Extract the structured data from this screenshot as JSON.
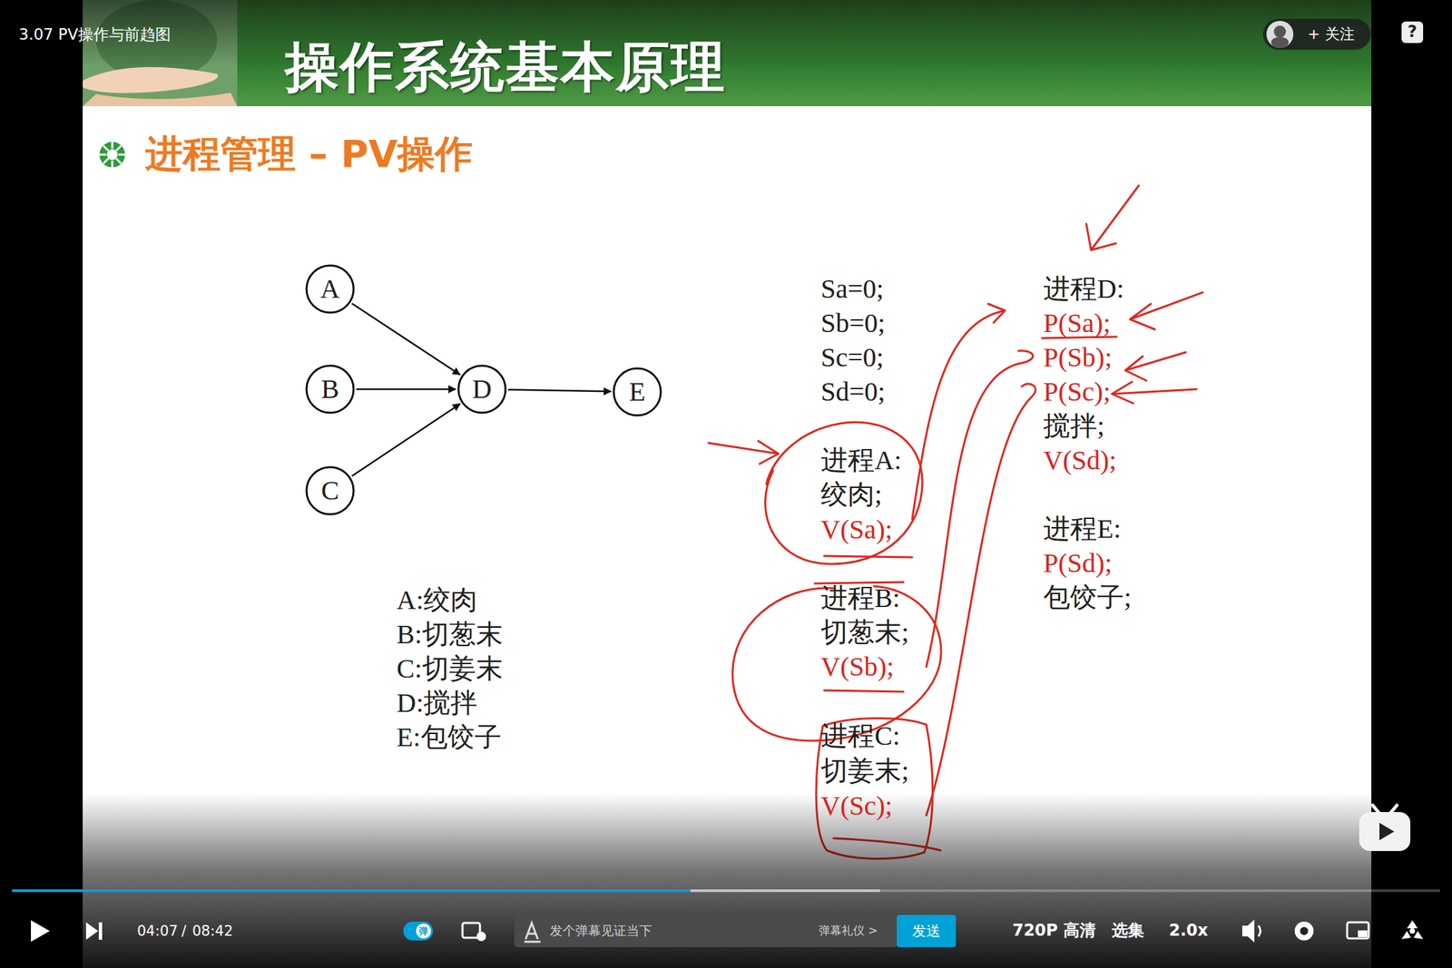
{
  "diagram": {
    "title": "进程管理 – PV操作",
    "nodes": [
      {
        "text": [
          "A"
        ]
      },
      {
        "text": [
          "B"
        ]
      },
      {
        "text": [
          "C"
        ]
      },
      {
        "text": [
          "D"
        ]
      },
      {
        "text": [
          "E"
        ]
      }
    ],
    "edges": [
      {
        "from": 0,
        "to": 3,
        "arrow": "to"
      },
      {
        "from": 1,
        "to": 3,
        "arrow": "to"
      },
      {
        "from": 2,
        "to": 3,
        "arrow": "to"
      },
      {
        "from": 3,
        "to": 4,
        "arrow": "to"
      }
    ],
    "labels": [
      "3.07 PV操作与前趋图",
      "+ 关注",
      "?",
      "操作系统基本原理",
      "A:绞肉",
      "B:切葱末",
      "C:切姜末",
      "D:搅拌",
      "E:包饺子",
      "Sa=0;",
      "Sb=0;",
      "Sc=0;",
      "Sd=0;",
      "进程A:",
      "绞肉;",
      "V(Sa);",
      "进程B:",
      "切葱末;",
      "V(Sb);",
      "进程C:",
      "切姜末;",
      "V(Sc);",
      "进程D:",
      "P(Sa);",
      "P(Sb);",
      "P(Sc);",
      "搅拌;",
      "V(Sd);",
      "进程E:",
      "P(Sd);",
      "包饺子;",
      "04:07",
      "/",
      "08:42",
      "弹",
      "发个弹幕见证当下",
      "弹幕礼仪 >",
      "发送",
      "720P 高清",
      "选集",
      "2.0x"
    ]
  }
}
